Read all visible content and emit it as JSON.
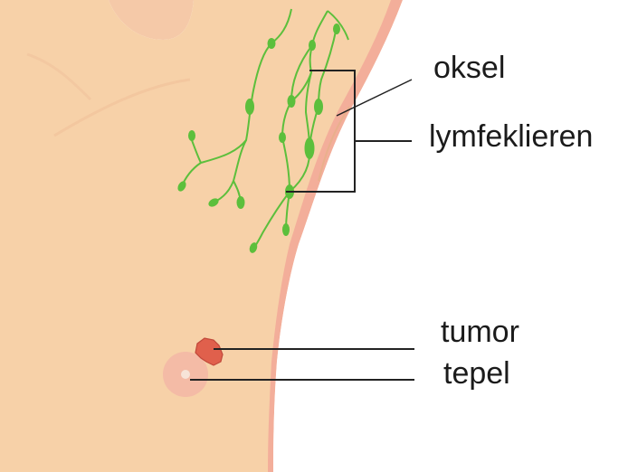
{
  "labels": {
    "armpit": "oksel",
    "lymph_nodes": "lymfeklieren",
    "tumor": "tumor",
    "nipple": "tepel"
  },
  "colors": {
    "skin": "#f7d1a8",
    "skin_edge": "#f0bf98",
    "skin_shadow": "#f2a898",
    "lymph": "#5cbf3c",
    "tumor": "#e0604c",
    "areola": "#f3b8a5",
    "leader_line": "#222222"
  }
}
